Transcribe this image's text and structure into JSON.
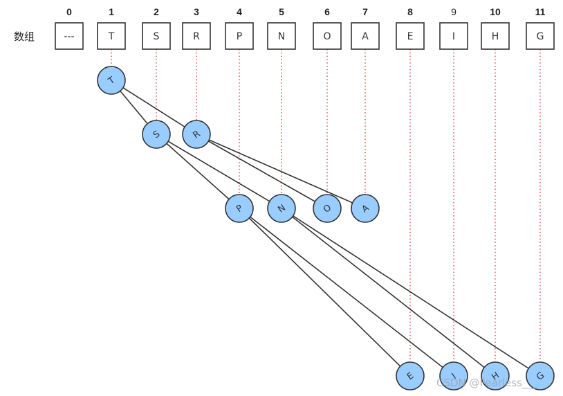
{
  "array_label": "数组",
  "cells": [
    {
      "index": "0",
      "value": "---"
    },
    {
      "index": "1",
      "value": "T"
    },
    {
      "index": "2",
      "value": "S"
    },
    {
      "index": "3",
      "value": "R"
    },
    {
      "index": "4",
      "value": "P"
    },
    {
      "index": "5",
      "value": "N"
    },
    {
      "index": "6",
      "value": "O"
    },
    {
      "index": "7",
      "value": "A"
    },
    {
      "index": "8",
      "value": "E"
    },
    {
      "index": "9",
      "value": "I"
    },
    {
      "index": "10",
      "value": "H"
    },
    {
      "index": "11",
      "value": "G"
    }
  ],
  "tree": {
    "root": "T",
    "edges": [
      [
        "T",
        "S"
      ],
      [
        "T",
        "R"
      ],
      [
        "S",
        "P"
      ],
      [
        "S",
        "N"
      ],
      [
        "R",
        "O"
      ],
      [
        "R",
        "A"
      ],
      [
        "P",
        "E"
      ],
      [
        "P",
        "I"
      ],
      [
        "N",
        "H"
      ],
      [
        "N",
        "G"
      ]
    ]
  },
  "watermark": "CSDN @Fearless___",
  "colors": {
    "node_fill": "#99ccff",
    "dotted_link": "#e06060",
    "edge": "#333333"
  }
}
